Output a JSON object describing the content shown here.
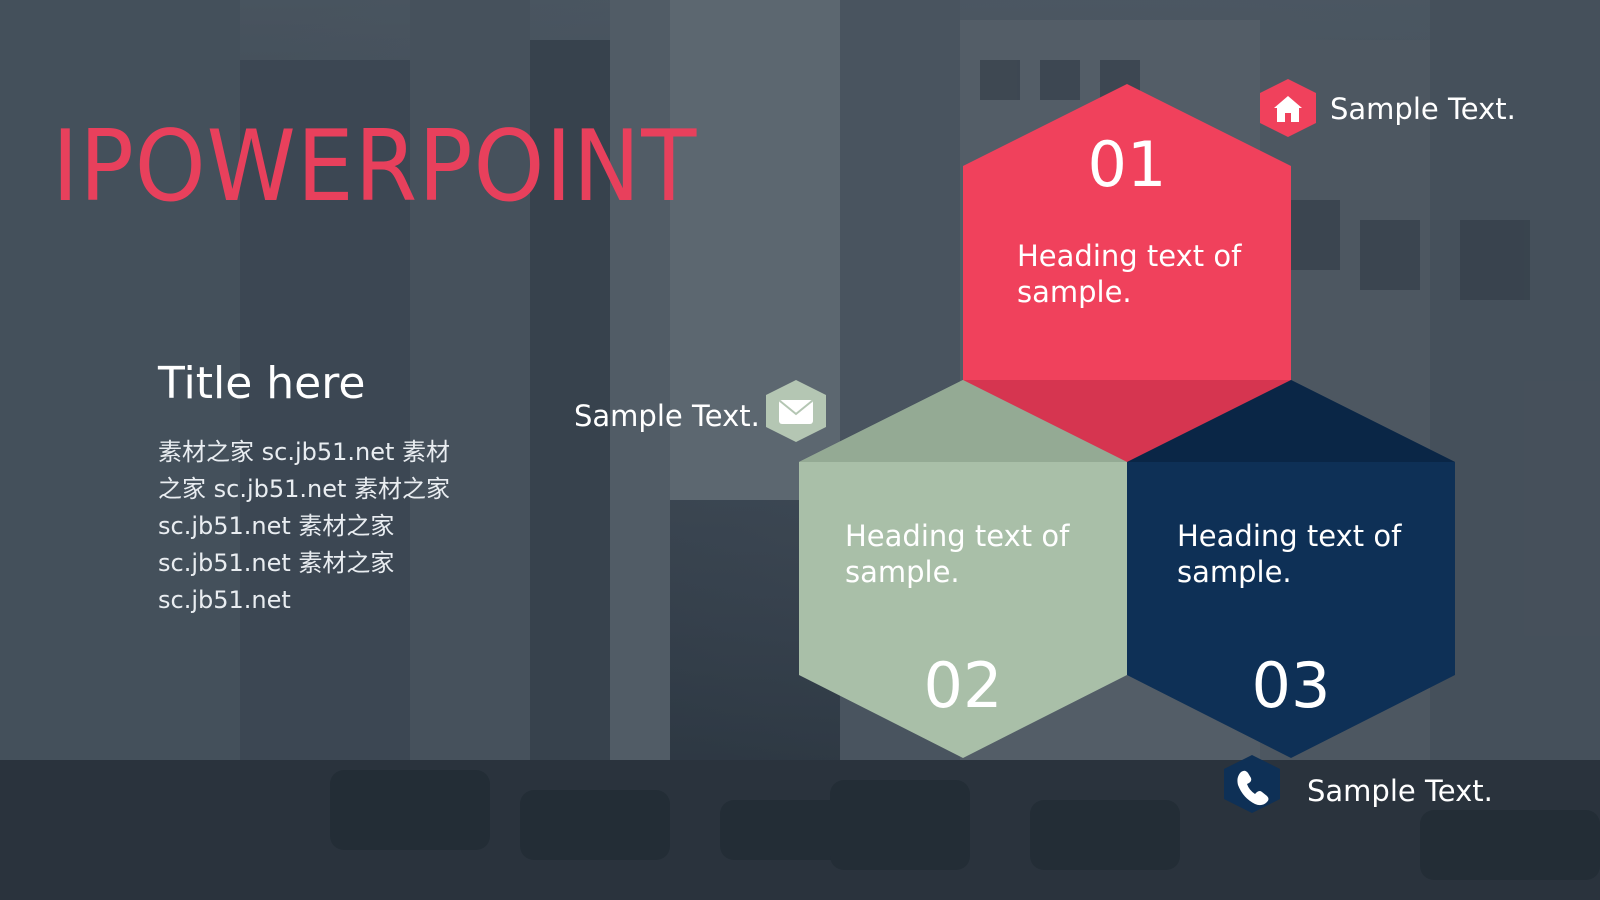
{
  "slide": {
    "title": "IPOWERPOINT",
    "subtitle": "Title here",
    "body": "素材之家 sc.jb51.net  素材之家 sc.jb51.net  素材之家 sc.jb51.net  素材之家 sc.jb51.net  素材之家 sc.jb51.net"
  },
  "hexagons": [
    {
      "number": "01",
      "heading": "Heading text of sample.",
      "color": "#f0415c"
    },
    {
      "number": "02",
      "heading": "Heading text of sample.",
      "color": "#a9bfa8"
    },
    {
      "number": "03",
      "heading": "Heading text of sample.",
      "color": "#0e3056"
    }
  ],
  "callouts": [
    {
      "text": "Sample Text.",
      "icon": "home-icon",
      "color": "#f0415c"
    },
    {
      "text": "Sample Text.",
      "icon": "mail-icon",
      "color": "#b4c6b3"
    },
    {
      "text": "Sample Text.",
      "icon": "phone-icon",
      "color": "#0e3056"
    }
  ],
  "colors": {
    "accent_red": "#e8405c",
    "accent_green": "#a9bfa8",
    "accent_navy": "#0e3056"
  }
}
